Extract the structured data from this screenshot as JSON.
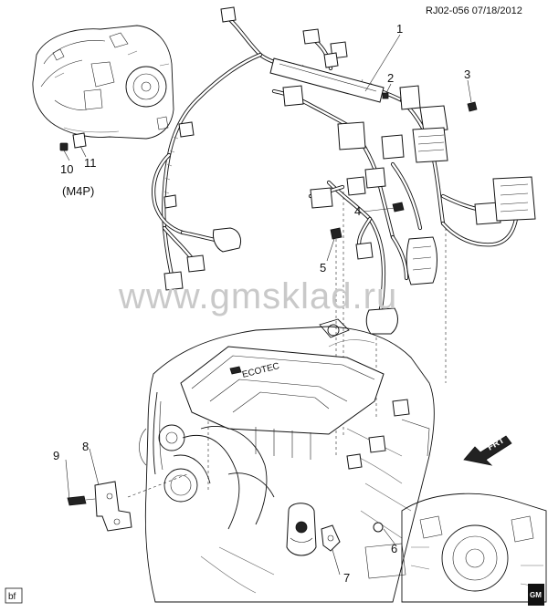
{
  "header": {
    "diagram_id": "RJ02-056",
    "date": "07/18/2012"
  },
  "watermark": "www.gmsklad.ru",
  "callouts": [
    {
      "id": "callout-1",
      "label": "1"
    },
    {
      "id": "callout-2",
      "label": "2"
    },
    {
      "id": "callout-3",
      "label": "3"
    },
    {
      "id": "callout-4",
      "label": "4"
    },
    {
      "id": "callout-5",
      "label": "5"
    },
    {
      "id": "callout-6",
      "label": "6"
    },
    {
      "id": "callout-7",
      "label": "7"
    },
    {
      "id": "callout-8",
      "label": "8"
    },
    {
      "id": "callout-9",
      "label": "9"
    },
    {
      "id": "callout-10",
      "label": "10"
    },
    {
      "id": "callout-11",
      "label": "11"
    }
  ],
  "inset_label": "(M4P)",
  "engine_badge": "ECOTEC",
  "direction_label": "FRT",
  "footer": {
    "corner_tag": "bf",
    "brand": "GM"
  }
}
